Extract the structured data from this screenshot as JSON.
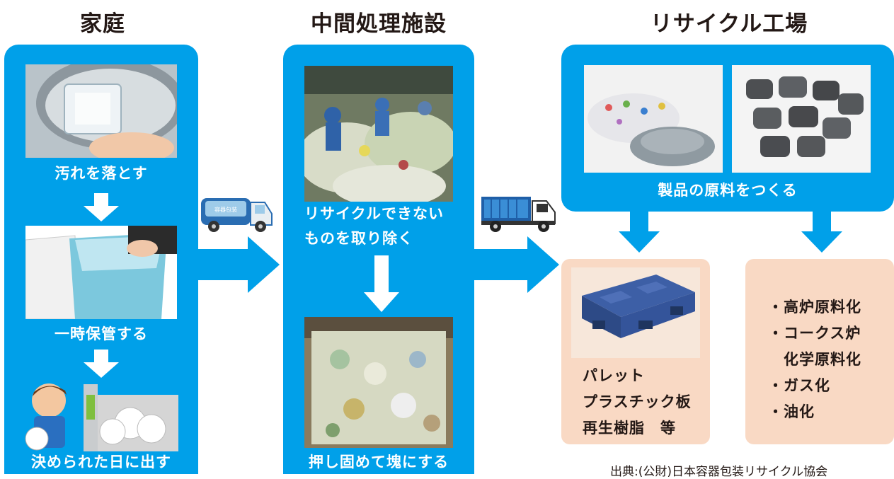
{
  "columns": [
    {
      "heading": "家庭",
      "steps": [
        "汚れを落とす",
        "一時保管する",
        "決められた日に出す"
      ]
    },
    {
      "heading": "中間処理施設",
      "steps": [
        "リサイクルできない\nものを取り除く",
        "押し固めて塊にする"
      ]
    },
    {
      "heading": "リサイクル工場",
      "steps": [
        "製品の原料をつくる"
      ]
    }
  ],
  "truck_sign": "容器包装",
  "products_left": {
    "lines": [
      "パレット",
      "プラスチック板",
      "再生樹脂　等"
    ]
  },
  "products_right": {
    "items": [
      "・高炉原料化",
      "・コークス炉\n　化学原料化",
      "・ガス化",
      "・油化"
    ]
  },
  "source": "出典:(公財)日本容器包装リサイクル協会",
  "colors": {
    "panel_blue": "#00a0e9",
    "product_box": "#f9d9c4",
    "text_dark": "#231815"
  }
}
